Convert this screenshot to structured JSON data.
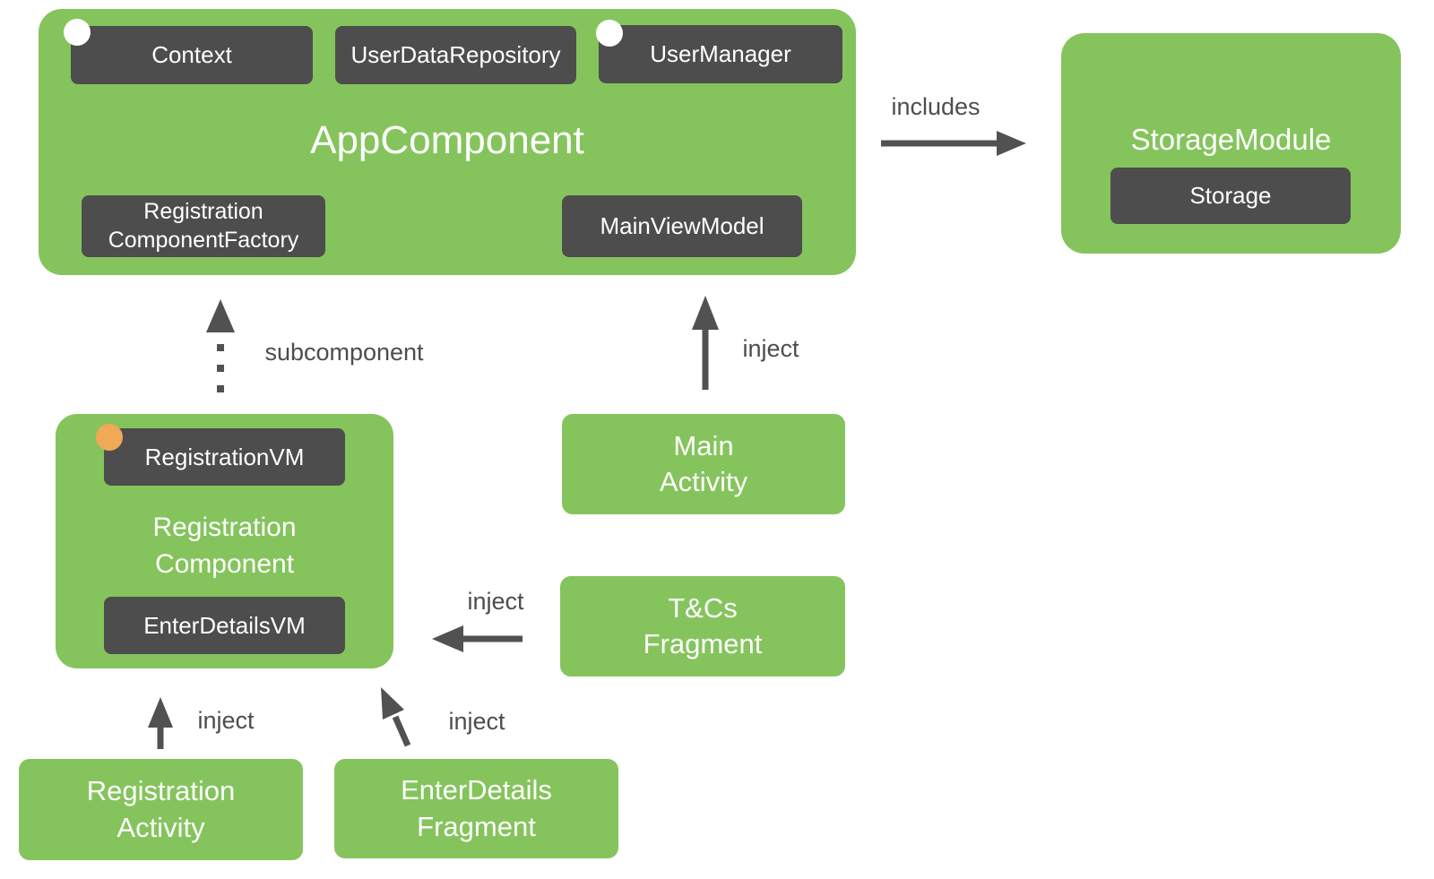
{
  "colors": {
    "green": "#85C45D",
    "dark": "#4D4D4D",
    "arrow": "#515151",
    "label": "#4D4D4D",
    "orange": "#F0A955",
    "white": "#FFFFFF"
  },
  "nodes": {
    "appComponent": {
      "title": "AppComponent"
    },
    "context": {
      "label": "Context"
    },
    "userDataRepository": {
      "label": "UserDataRepository"
    },
    "userManager": {
      "label": "UserManager"
    },
    "registrationComponentFactory": {
      "label": "Registration\nComponentFactory"
    },
    "mainViewModel": {
      "label": "MainViewModel"
    },
    "storageModule": {
      "title": "StorageModule"
    },
    "storage": {
      "label": "Storage"
    },
    "registrationComponent": {
      "title": "Registration\nComponent"
    },
    "registrationVM": {
      "label": "RegistrationVM"
    },
    "enterDetailsVM": {
      "label": "EnterDetailsVM"
    },
    "mainActivity": {
      "label": "Main\nActivity"
    },
    "tcsFragment": {
      "label": "T&Cs\nFragment"
    },
    "registrationActivity": {
      "label": "Registration\nActivity"
    },
    "enterDetailsFragment": {
      "label": "EnterDetails\nFragment"
    }
  },
  "edges": {
    "includes": {
      "label": "includes"
    },
    "subcomponent": {
      "label": "subcomponent"
    },
    "injectMainActivity": {
      "label": "inject"
    },
    "injectTcsFragment": {
      "label": "inject"
    },
    "injectRegistrationActivity": {
      "label": "inject"
    },
    "injectEnterDetailsFragment": {
      "label": "inject"
    }
  }
}
